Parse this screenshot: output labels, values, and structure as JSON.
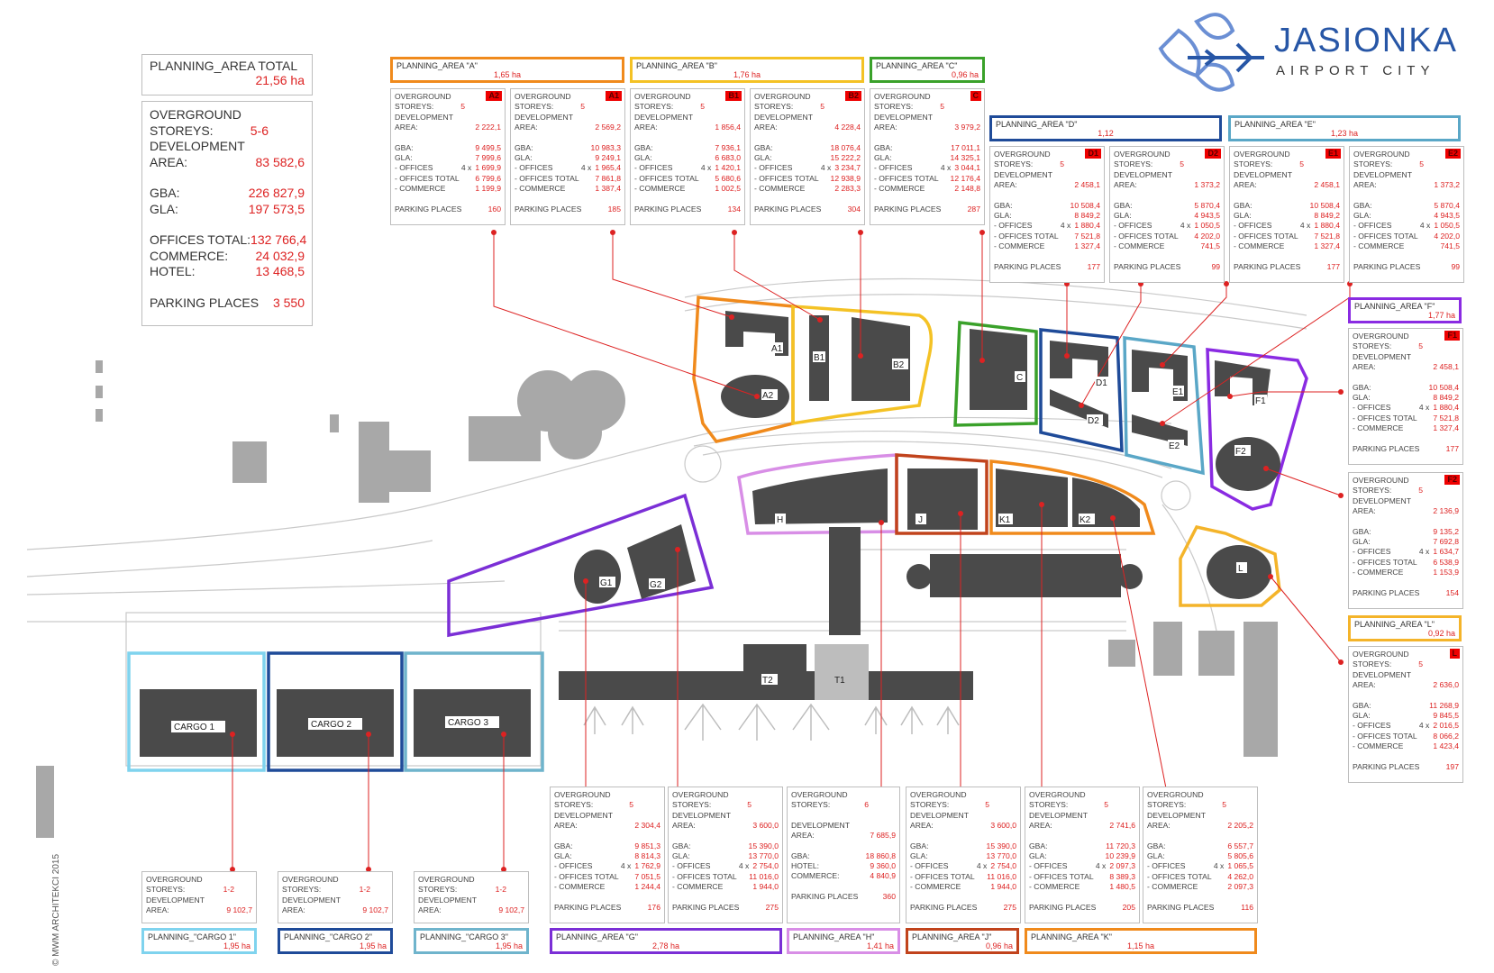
{
  "logo": {
    "title": "JASIONKA",
    "subtitle": "AIRPORT CITY"
  },
  "copyright": "© MWM ARCHITEKCI 2015",
  "colors": {
    "A": "#f08a1c",
    "B": "#f4c225",
    "C": "#3aa12a",
    "D": "#1f4b99",
    "E": "#5aa7c7",
    "F": "#8a2be2",
    "G": "#7b2fd6",
    "H": "#d88ee6",
    "J": "#c1431c",
    "K": "#f08a1c",
    "L": "#f4b42a",
    "CARGO1": "#7fd3ee",
    "CARGO2": "#1f4b99",
    "CARGO3": "#6fb4cc",
    "accent": "#d22222",
    "building": "#4a4a4a"
  },
  "total": {
    "title": "PLANNING_AREA TOTAL",
    "ha": "21,56 ha"
  },
  "summary": {
    "l1": "OVERGROUND",
    "l2": "STOREYS:",
    "storeys": "5-6",
    "l3": "DEVELOPMENT",
    "l4": "AREA:",
    "area": "83 582,6",
    "gba_l": "GBA:",
    "gba": "226 827,9",
    "gla_l": "GLA:",
    "gla": "197 573,5",
    "off_l": "OFFICES TOTAL:",
    "off": "132 766,4",
    "com_l": "COMMERCE:",
    "com": "24 032,9",
    "hot_l": "HOTEL:",
    "hot": "13 468,5",
    "park_l": "PARKING PLACES",
    "park": "3 550"
  },
  "labels": {
    "og": "OVERGROUND",
    "st": "STOREYS:",
    "dev": "DEVELOPMENT",
    "area": "AREA:",
    "gba": "GBA:",
    "gla": "GLA:",
    "off": "- OFFICES",
    "offt": "- OFFICES TOTAL",
    "com": "- COMMERCE",
    "park": "PARKING PLACES",
    "hotel": "HOTEL:",
    "commerce": "COMMERCE:"
  },
  "areas": {
    "A": {
      "name": "PLANNING_AREA \"A\"",
      "ha": "1,65 ha"
    },
    "B": {
      "name": "PLANNING_AREA \"B\"",
      "ha": "1,76 ha"
    },
    "C": {
      "name": "PLANNING_AREA \"C\"",
      "ha": "0,96 ha"
    },
    "D": {
      "name": "PLANNING_AREA \"D\"",
      "ha": "1,12"
    },
    "E": {
      "name": "PLANNING_AREA \"E\"",
      "ha": "1,23 ha"
    },
    "F": {
      "name": "PLANNING_AREA \"F\"",
      "ha": "1,77 ha"
    },
    "L": {
      "name": "PLANNING_AREA \"L\"",
      "ha": "0,92 ha"
    },
    "G": {
      "name": "PLANNING_AREA \"G\"",
      "ha": "2,78 ha"
    },
    "H": {
      "name": "PLANNING_AREA \"H\"",
      "ha": "1,41 ha"
    },
    "J": {
      "name": "PLANNING_AREA \"J\"",
      "ha": "0,96 ha"
    },
    "K": {
      "name": "PLANNING_AREA \"K\"",
      "ha": "1,15 ha"
    },
    "C1": {
      "name": "PLANNING_\"CARGO 1\"",
      "ha": "1,95 ha"
    },
    "C2": {
      "name": "PLANNING_\"CARGO 2\"",
      "ha": "1,95 ha"
    },
    "C3": {
      "name": "PLANNING_\"CARGO 3\"",
      "ha": "1,95 ha"
    }
  },
  "buildings": {
    "A2": {
      "tag": "A2",
      "st": "5",
      "area": "2 222,1",
      "gba": "9 499,5",
      "gla": "7 999,6",
      "offx": "4 x",
      "off": "1 699,9",
      "offt": "6 799,6",
      "com": "1 199,9",
      "park": "160"
    },
    "A1": {
      "tag": "A1",
      "st": "5",
      "area": "2 569,2",
      "gba": "10 983,3",
      "gla": "9 249,1",
      "offx": "4 x",
      "off": "1 965,4",
      "offt": "7 861,8",
      "com": "1 387,4",
      "park": "185"
    },
    "B1": {
      "tag": "B1",
      "st": "5",
      "area": "1 856,4",
      "gba": "7 936,1",
      "gla": "6 683,0",
      "offx": "4 x",
      "off": "1 420,1",
      "offt": "5 680,6",
      "com": "1 002,5",
      "park": "134"
    },
    "B2": {
      "tag": "B2",
      "st": "5",
      "area": "4 228,4",
      "gba": "18 076,4",
      "gla": "15 222,2",
      "offx": "4 x",
      "off": "3 234,7",
      "offt": "12 938,9",
      "com": "2 283,3",
      "park": "304"
    },
    "C": {
      "tag": "C",
      "st": "5",
      "area": "3 979,2",
      "gba": "17 011,1",
      "gla": "14 325,1",
      "offx": "4 x",
      "off": "3 044,1",
      "offt": "12 176,4",
      "com": "2 148,8",
      "park": "287"
    },
    "D1": {
      "tag": "D1",
      "st": "5",
      "area": "2 458,1",
      "gba": "10 508,4",
      "gla": "8 849,2",
      "offx": "4 x",
      "off": "1 880,4",
      "offt": "7 521,8",
      "com": "1 327,4",
      "park": "177"
    },
    "D2": {
      "tag": "D2",
      "st": "5",
      "area": "1 373,2",
      "gba": "5 870,4",
      "gla": "4 943,5",
      "offx": "4 x",
      "off": "1 050,5",
      "offt": "4 202,0",
      "com": "741,5",
      "park": "99"
    },
    "E1": {
      "tag": "E1",
      "st": "5",
      "area": "2 458,1",
      "gba": "10 508,4",
      "gla": "8 849,2",
      "offx": "4 x",
      "off": "1 880,4",
      "offt": "7 521,8",
      "com": "1 327,4",
      "park": "177"
    },
    "E2": {
      "tag": "E2",
      "st": "5",
      "area": "1 373,2",
      "gba": "5 870,4",
      "gla": "4 943,5",
      "offx": "4 x",
      "off": "1 050,5",
      "offt": "4 202,0",
      "com": "741,5",
      "park": "99"
    },
    "F1": {
      "tag": "F1",
      "st": "5",
      "area": "2 458,1",
      "gba": "10 508,4",
      "gla": "8 849,2",
      "offx": "4 x",
      "off": "1 880,4",
      "offt": "7 521,8",
      "com": "1 327,4",
      "park": "177"
    },
    "F2": {
      "tag": "F2",
      "st": "5",
      "area": "2 136,9",
      "gba": "9 135,2",
      "gla": "7 692,8",
      "offx": "4 x",
      "off": "1 634,7",
      "offt": "6 538,9",
      "com": "1 153,9",
      "park": "154"
    },
    "L": {
      "tag": "L",
      "st": "5",
      "area": "2 636,0",
      "gba": "11 268,9",
      "gla": "9 845,5",
      "offx": "4 x",
      "off": "2 016,5",
      "offt": "8 066,2",
      "com": "1 423,4",
      "park": "197"
    },
    "G1": {
      "st": "5",
      "area": "2 304,4",
      "gba": "9 851,3",
      "gla": "8 814,3",
      "offx": "4 x",
      "off": "1 762,9",
      "offt": "7 051,5",
      "com": "1 244,4",
      "park": "176"
    },
    "G2": {
      "st": "5",
      "area": "3 600,0",
      "gba": "15 390,0",
      "gla": "13 770,0",
      "offx": "4 x",
      "off": "2 754,0",
      "offt": "11 016,0",
      "com": "1 944,0",
      "park": "275"
    },
    "H": {
      "st": "6",
      "area": "7 685,9",
      "gba": "18 860,8",
      "hotel": "9 360,0",
      "commerce": "4 840,9",
      "park": "360"
    },
    "J": {
      "st": "5",
      "area": "3 600,0",
      "gba": "15 390,0",
      "gla": "13 770,0",
      "offx": "4 x",
      "off": "2 754,0",
      "offt": "11 016,0",
      "com": "1 944,0",
      "park": "275"
    },
    "K1": {
      "st": "5",
      "area": "2 741,6",
      "gba": "11 720,3",
      "gla": "10 239,9",
      "offx": "4 x",
      "off": "2 097,3",
      "offt": "8 389,3",
      "com": "1 480,5",
      "park": "205"
    },
    "K2": {
      "st": "5",
      "area": "2 205,2",
      "gba": "6 557,7",
      "gla": "5 805,6",
      "offx": "4 x",
      "off": "1 065,5",
      "offt": "4 262,0",
      "com": "2 097,3",
      "park": "116"
    },
    "CG1": {
      "st": "1-2",
      "area": "9 102,7"
    },
    "CG2": {
      "st": "1-2",
      "area": "9 102,7"
    },
    "CG3": {
      "st": "1-2",
      "area": "9 102,7"
    }
  },
  "map_labels": {
    "A1": "A1",
    "A2": "A2",
    "B1": "B1",
    "B2": "B2",
    "C": "C",
    "D1": "D1",
    "D2": "D2",
    "E1": "E1",
    "E2": "E2",
    "F1": "F1",
    "F2": "F2",
    "G1": "G1",
    "G2": "G2",
    "H": "H",
    "J": "J",
    "K1": "K1",
    "K2": "K2",
    "L": "L",
    "T1": "T1",
    "T2": "T2",
    "CARGO1": "CARGO 1",
    "CARGO2": "CARGO 2",
    "CARGO3": "CARGO 3"
  }
}
